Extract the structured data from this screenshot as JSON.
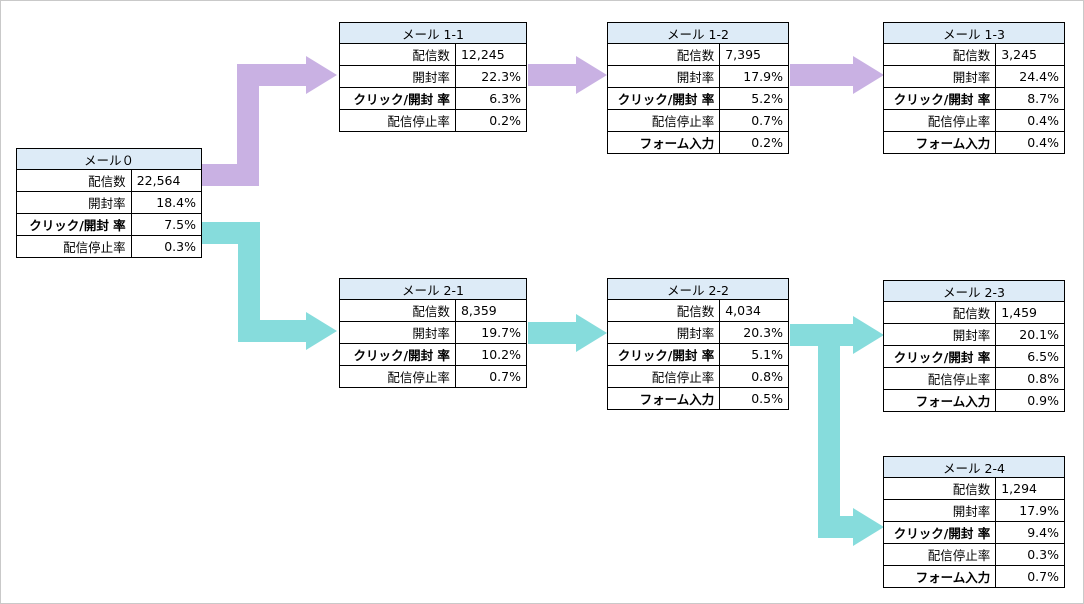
{
  "colors": {
    "purple": "#c9b1e3",
    "teal": "#86dcdc",
    "header": "#ddebf7"
  },
  "boxes": {
    "m0": {
      "title": "メール０",
      "rows": [
        {
          "label": "配信数",
          "value": "22,564",
          "bold": false,
          "align": "left"
        },
        {
          "label": "開封率",
          "value": "18.4%",
          "bold": false,
          "align": "right"
        },
        {
          "label": "クリック/開封 率",
          "value": "7.5%",
          "bold": true,
          "align": "right"
        },
        {
          "label": "配信停止率",
          "value": "0.3%",
          "bold": false,
          "align": "right"
        }
      ]
    },
    "m11": {
      "title": "メール 1-1",
      "rows": [
        {
          "label": "配信数",
          "value": "12,245",
          "bold": false,
          "align": "left"
        },
        {
          "label": "開封率",
          "value": "22.3%",
          "bold": false,
          "align": "right"
        },
        {
          "label": "クリック/開封 率",
          "value": "6.3%",
          "bold": true,
          "align": "right"
        },
        {
          "label": "配信停止率",
          "value": "0.2%",
          "bold": false,
          "align": "right"
        }
      ]
    },
    "m12": {
      "title": "メール 1-2",
      "rows": [
        {
          "label": "配信数",
          "value": "7,395",
          "bold": false,
          "align": "left"
        },
        {
          "label": "開封率",
          "value": "17.9%",
          "bold": false,
          "align": "right"
        },
        {
          "label": "クリック/開封 率",
          "value": "5.2%",
          "bold": true,
          "align": "right"
        },
        {
          "label": "配信停止率",
          "value": "0.7%",
          "bold": false,
          "align": "right"
        },
        {
          "label": "フォーム入力",
          "value": "0.2%",
          "bold": true,
          "align": "right"
        }
      ]
    },
    "m13": {
      "title": "メール 1-3",
      "rows": [
        {
          "label": "配信数",
          "value": "3,245",
          "bold": false,
          "align": "left"
        },
        {
          "label": "開封率",
          "value": "24.4%",
          "bold": false,
          "align": "right"
        },
        {
          "label": "クリック/開封 率",
          "value": "8.7%",
          "bold": true,
          "align": "right"
        },
        {
          "label": "配信停止率",
          "value": "0.4%",
          "bold": false,
          "align": "right"
        },
        {
          "label": "フォーム入力",
          "value": "0.4%",
          "bold": true,
          "align": "right"
        }
      ]
    },
    "m21": {
      "title": "メール 2-1",
      "rows": [
        {
          "label": "配信数",
          "value": "8,359",
          "bold": false,
          "align": "left"
        },
        {
          "label": "開封率",
          "value": "19.7%",
          "bold": false,
          "align": "right"
        },
        {
          "label": "クリック/開封 率",
          "value": "10.2%",
          "bold": true,
          "align": "right"
        },
        {
          "label": "配信停止率",
          "value": "0.7%",
          "bold": false,
          "align": "right"
        }
      ]
    },
    "m22": {
      "title": "メール 2-2",
      "rows": [
        {
          "label": "配信数",
          "value": "4,034",
          "bold": false,
          "align": "left"
        },
        {
          "label": "開封率",
          "value": "20.3%",
          "bold": false,
          "align": "right"
        },
        {
          "label": "クリック/開封 率",
          "value": "5.1%",
          "bold": true,
          "align": "right"
        },
        {
          "label": "配信停止率",
          "value": "0.8%",
          "bold": false,
          "align": "right"
        },
        {
          "label": "フォーム入力",
          "value": "0.5%",
          "bold": true,
          "align": "right"
        }
      ]
    },
    "m23": {
      "title": "メール 2-3",
      "rows": [
        {
          "label": "配信数",
          "value": "1,459",
          "bold": false,
          "align": "left"
        },
        {
          "label": "開封率",
          "value": "20.1%",
          "bold": false,
          "align": "right"
        },
        {
          "label": "クリック/開封 率",
          "value": "6.5%",
          "bold": true,
          "align": "right"
        },
        {
          "label": "配信停止率",
          "value": "0.8%",
          "bold": false,
          "align": "right"
        },
        {
          "label": "フォーム入力",
          "value": "0.9%",
          "bold": true,
          "align": "right"
        }
      ]
    },
    "m24": {
      "title": "メール 2-4",
      "rows": [
        {
          "label": "配信数",
          "value": "1,294",
          "bold": false,
          "align": "left"
        },
        {
          "label": "開封率",
          "value": "17.9%",
          "bold": false,
          "align": "right"
        },
        {
          "label": "クリック/開封 率",
          "value": "9.4%",
          "bold": true,
          "align": "right"
        },
        {
          "label": "配信停止率",
          "value": "0.3%",
          "bold": false,
          "align": "right"
        },
        {
          "label": "フォーム入力",
          "value": "0.7%",
          "bold": true,
          "align": "right"
        }
      ]
    }
  }
}
